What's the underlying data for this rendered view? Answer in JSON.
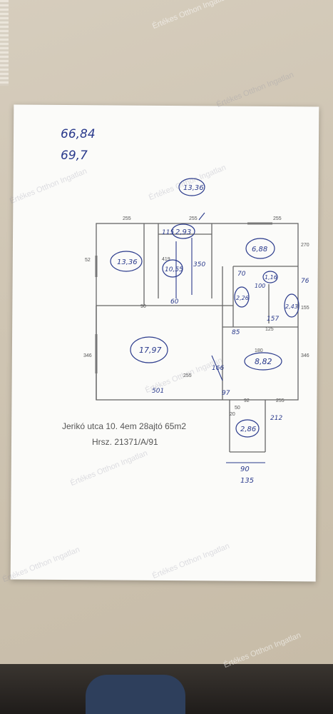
{
  "header_notes": {
    "line1": "66,84",
    "line2": "69,7"
  },
  "address": {
    "line1": "Jerikó utca 10. 4em 28ajtó 65m2",
    "line2": "Hrsz. 21371/A/91"
  },
  "rooms": {
    "top_label": "13,36",
    "r_living_left": "13,36",
    "r_hall": "2,93",
    "r_small": "10,55",
    "r_topright": "6,88",
    "r_bath_a": "2,26",
    "r_bath_b": "1,16",
    "r_bath_c": "2,43",
    "r_big": "17,97",
    "r_right": "8,82",
    "r_bottom": "2,86"
  },
  "dims": {
    "d255a": "255",
    "d255b": "255",
    "d255c": "255",
    "d270": "270",
    "d115": "115",
    "d350": "350",
    "d419": "419",
    "d52": "52",
    "d76": "76",
    "d155": "155",
    "d346a": "346",
    "d346b": "346",
    "d90": "90",
    "d135": "135",
    "d212": "212",
    "d97": "97",
    "d60": "60",
    "d70": "70",
    "d85": "85",
    "d157": "157",
    "d125": "125",
    "d100": "100",
    "d501": "501",
    "d166": "166",
    "d92": "92",
    "d50": "50",
    "d20": "20",
    "d180": "180",
    "d255d": "255",
    "d255e": "255"
  },
  "watermark": "Értékes Otthon Ingatlan"
}
